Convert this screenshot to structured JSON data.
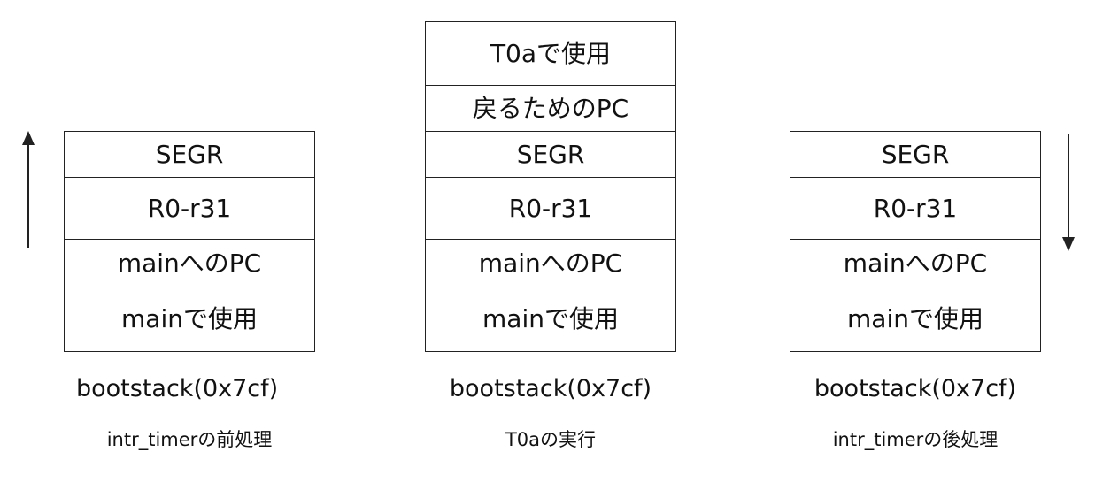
{
  "stacks": [
    {
      "cells": [
        "SEGR",
        "R0-r31",
        "mainへのPC",
        "mainで使用"
      ],
      "caption": "bootstack(0x7cf)",
      "subcaption": "intr_timerの前処理",
      "arrow": "up"
    },
    {
      "cells": [
        "T0aで使用",
        "戻るためのPC",
        "SEGR",
        "R0-r31",
        "mainへのPC",
        "mainで使用"
      ],
      "caption": "bootstack(0x7cf)",
      "subcaption": "T0aの実行",
      "arrow": ""
    },
    {
      "cells": [
        "SEGR",
        "R0-r31",
        "mainへのPC",
        "mainで使用"
      ],
      "caption": "bootstack(0x7cf)",
      "subcaption": "intr_timerの後処理",
      "arrow": "down"
    }
  ],
  "colors": {
    "line": "#222222",
    "text": "#111111",
    "background": "#ffffff"
  }
}
